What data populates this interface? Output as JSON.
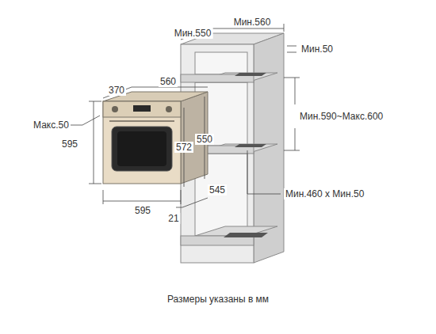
{
  "diagram": {
    "caption": "Размеры указаны в мм",
    "labels": [
      "Мин.550",
      "Мин.560",
      "Мин.50",
      "370",
      "560",
      "Макс.50",
      "595",
      "572",
      "550",
      "Мин.590~Макс.600",
      "Мин.460 x Мин.50",
      "595",
      "21",
      "545"
    ]
  }
}
